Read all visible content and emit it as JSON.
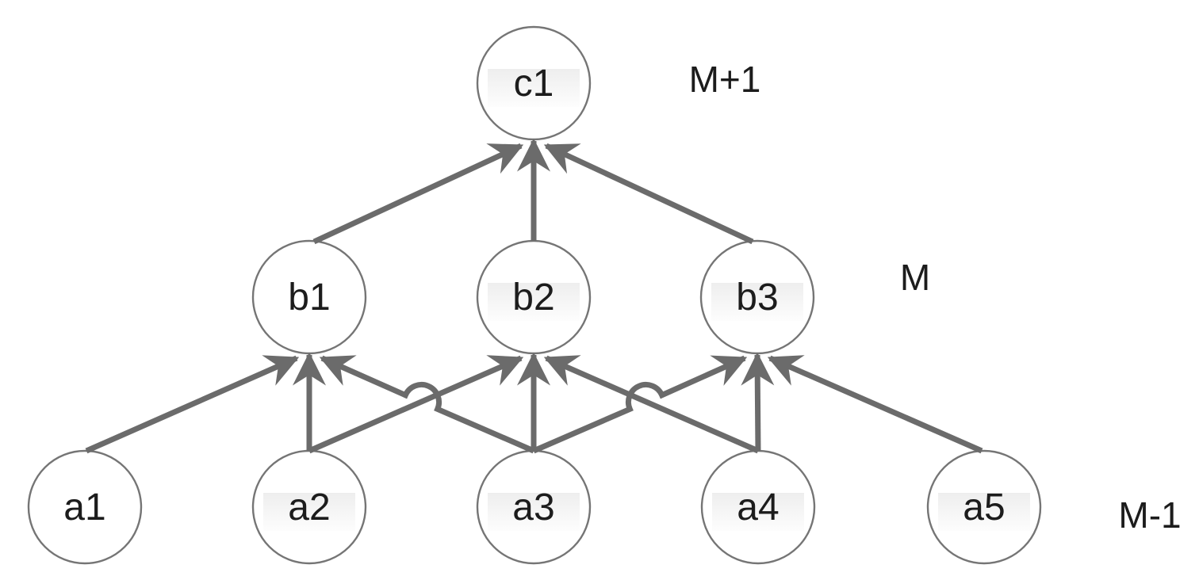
{
  "diagram": {
    "type": "layered-network",
    "layers": [
      {
        "id": "top",
        "label": "M+1"
      },
      {
        "id": "middle",
        "label": "M"
      },
      {
        "id": "bottom",
        "label": "M-1"
      }
    ],
    "nodes": [
      {
        "id": "c1",
        "label": "c1",
        "layer": "M+1",
        "highlighted": true
      },
      {
        "id": "b1",
        "label": "b1",
        "layer": "M",
        "highlighted": false
      },
      {
        "id": "b2",
        "label": "b2",
        "layer": "M",
        "highlighted": true
      },
      {
        "id": "b3",
        "label": "b3",
        "layer": "M",
        "highlighted": true
      },
      {
        "id": "a1",
        "label": "a1",
        "layer": "M-1",
        "highlighted": false
      },
      {
        "id": "a2",
        "label": "a2",
        "layer": "M-1",
        "highlighted": true
      },
      {
        "id": "a3",
        "label": "a3",
        "layer": "M-1",
        "highlighted": true
      },
      {
        "id": "a4",
        "label": "a4",
        "layer": "M-1",
        "highlighted": true
      },
      {
        "id": "a5",
        "label": "a5",
        "layer": "M-1",
        "highlighted": true
      }
    ],
    "edges": [
      {
        "from": "a1",
        "to": "b1",
        "hop_over_crossing": false
      },
      {
        "from": "a2",
        "to": "b1",
        "hop_over_crossing": false
      },
      {
        "from": "a3",
        "to": "b1",
        "hop_over_crossing": true
      },
      {
        "from": "a2",
        "to": "b2",
        "hop_over_crossing": false
      },
      {
        "from": "a3",
        "to": "b2",
        "hop_over_crossing": false
      },
      {
        "from": "a4",
        "to": "b2",
        "hop_over_crossing": false
      },
      {
        "from": "a3",
        "to": "b3",
        "hop_over_crossing": true
      },
      {
        "from": "a4",
        "to": "b3",
        "hop_over_crossing": false
      },
      {
        "from": "a5",
        "to": "b3",
        "hop_over_crossing": false
      },
      {
        "from": "b1",
        "to": "c1",
        "hop_over_crossing": false
      },
      {
        "from": "b2",
        "to": "c1",
        "hop_over_crossing": false
      },
      {
        "from": "b3",
        "to": "c1",
        "hop_over_crossing": false
      }
    ],
    "arrow_style": "stealth",
    "colors": {
      "edge": "#6b6b6b",
      "node_stroke": "#757575",
      "text": "#1c1c1c",
      "highlight_top": "#eeeeee",
      "highlight_bottom": "#fdfdfd",
      "background": "#ffffff"
    }
  }
}
